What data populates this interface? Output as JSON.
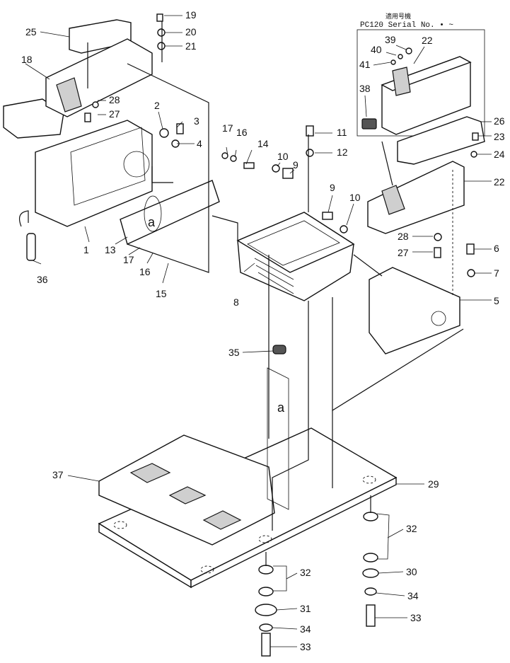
{
  "inset": {
    "title_jp": "適用号機",
    "serial_note": "PC120 Serial No. • ~"
  },
  "detail_letter": "a",
  "callouts": {
    "c1": "1",
    "c2": "2",
    "c3": "3",
    "c4": "4",
    "c5": "5",
    "c6": "6",
    "c7": "7",
    "c8": "8",
    "c9a": "9",
    "c9b": "9",
    "c10a": "10",
    "c10b": "10",
    "c11": "11",
    "c12": "12",
    "c13": "13",
    "c14": "14",
    "c15": "15",
    "c16a": "16",
    "c16b": "16",
    "c17a": "17",
    "c17b": "17",
    "c18": "18",
    "c19": "19",
    "c20": "20",
    "c21": "21",
    "c22a": "22",
    "c22b": "22",
    "c23": "23",
    "c24": "24",
    "c25": "25",
    "c26": "26",
    "c27a": "27",
    "c27b": "27",
    "c28a": "28",
    "c28b": "28",
    "c29": "29",
    "c30": "30",
    "c31": "31",
    "c32a": "32",
    "c32b": "32",
    "c33a": "33",
    "c33b": "33",
    "c34a": "34",
    "c34b": "34",
    "c35": "35",
    "c36": "36",
    "c37": "37",
    "c38": "38",
    "c39": "39",
    "c40": "40",
    "c41": "41"
  }
}
